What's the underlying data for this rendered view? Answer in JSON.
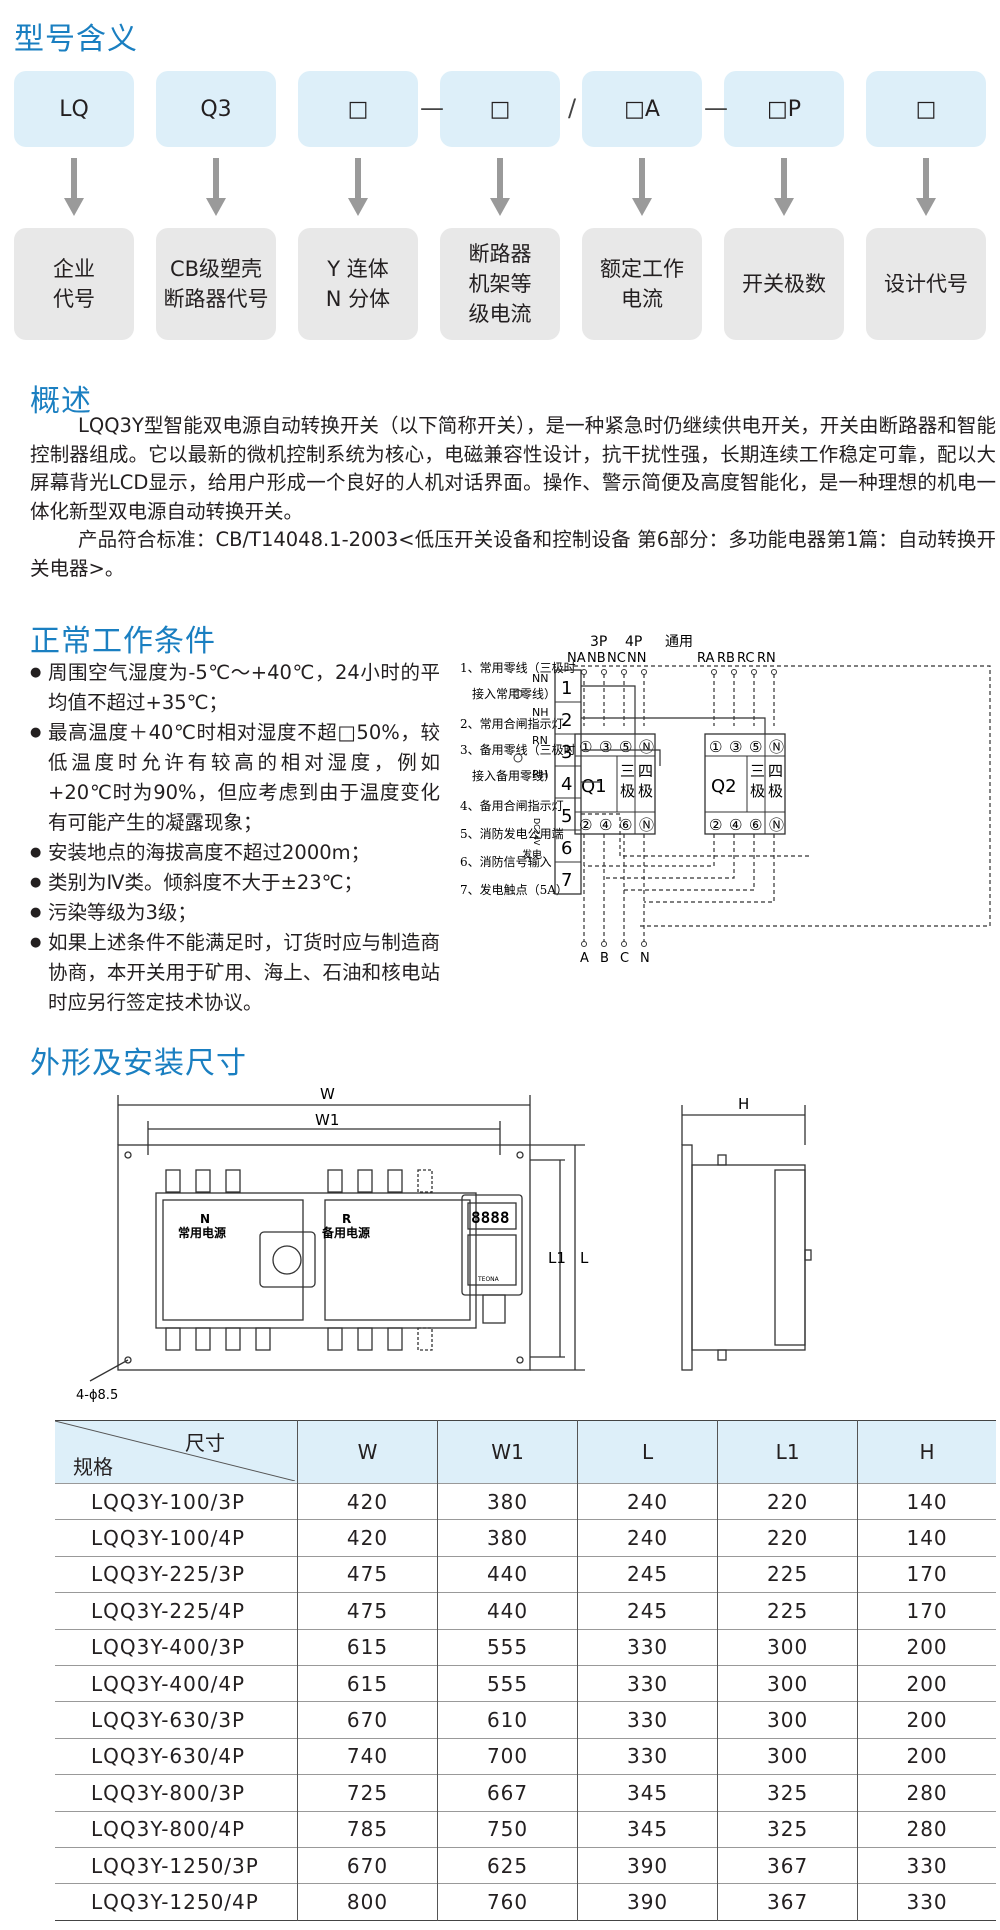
{
  "sections": {
    "model_title": "型号含义",
    "overview_title": "概述",
    "conditions_title": "正常工作条件",
    "dimensions_title": "外形及安装尺寸"
  },
  "model_codes": [
    "LQ",
    "Q3",
    "□",
    "□",
    "□A",
    "□P",
    "□"
  ],
  "model_separators": [
    "—",
    "/",
    "—"
  ],
  "model_meanings": [
    "企业\n代号",
    "CB级塑壳\n断路器代号",
    "Y 连体\nN 分体",
    "断路器\n机架等\n级电流",
    "额定工作\n电流",
    "开关极数",
    "设计代号"
  ],
  "overview": {
    "p1": "LQQ3Y型智能双电源自动转换开关（以下简称开关），是一种紧急时仍继续供电开关，开关由断路器和智能控制器组成。它以最新的微机控制系统为核心，电磁兼容性设计，抗干扰性强，长期连续工作稳定可靠，配以大屏幕背光LCD显示，给用户形成一个良好的人机对话界面。操作、警示简便及高度智能化，是一种理想的机电一体化新型双电源自动转换开关。",
    "p2": "产品符合标准：CB/T14048.1-2003<低压开关设备和控制设备 第6部分：多功能电器第1篇：自动转换开关电器>。"
  },
  "conditions": [
    "周围空气湿度为-5℃～+40℃，24小时的平均值不超过+35℃；",
    "最高温度＋40℃时相对湿度不超□50%，较低温度时允许有较高的相对湿度，例如+20℃时为90%，但应考虑到由于温度变化有可能产生的凝露现象；",
    "安装地点的海拔高度不超过2000m；",
    "类别为Ⅳ类。倾斜度不大于±23℃；",
    "污染等级为3级；",
    "如果上述条件不能满足时，订货时应与制造商协商，本开关用于矿用、海上、石油和核电站时应另行签定技术协议。"
  ],
  "wiring": {
    "header": [
      "3P",
      "4P",
      "通用"
    ],
    "legend": [
      "1、常用零线（三极时",
      "接入常用零线）",
      "2、常用合闸指示灯",
      "3、备用零线（三极时",
      "接入备用零线）",
      "4、备用合闸指示灯",
      "5、消防发电公用端",
      "6、消防信号输入",
      "7、发电触点（5A）"
    ],
    "terminals": [
      "1",
      "2",
      "3",
      "4",
      "5",
      "6",
      "7"
    ],
    "terminal_labels": [
      "NN",
      "NH",
      "RN",
      "RH"
    ],
    "dc_label": "DC24V",
    "gen_label": "发电",
    "top_left": [
      "NA",
      "NB",
      "NC",
      "NN"
    ],
    "top_right": [
      "RA",
      "RB",
      "RC",
      "RN"
    ],
    "bottom": [
      "A",
      "B",
      "C",
      "N"
    ],
    "breaker_q1": "Q1",
    "breaker_q2": "Q2",
    "poles3": "三\n极",
    "poles4": "四\n极",
    "top_contacts": [
      "①",
      "③",
      "⑤",
      "Ⓝ"
    ],
    "bottom_contacts": [
      "②",
      "④",
      "⑥",
      "Ⓝ"
    ]
  },
  "drawing": {
    "W": "W",
    "W1": "W1",
    "L": "L",
    "L1": "L1",
    "H": "H",
    "hole": "4-ϕ8.5",
    "left_label_n": "N",
    "left_label": "常用电源",
    "right_label_r": "R",
    "right_label": "备用电源",
    "display": "8888",
    "brand": "TEONA"
  },
  "table": {
    "corner_top": "尺寸",
    "corner_bottom": "规格",
    "headers": [
      "W",
      "W1",
      "L",
      "L1",
      "H"
    ],
    "rows": [
      [
        "LQQ3Y-100/3P",
        "420",
        "380",
        "240",
        "220",
        "140"
      ],
      [
        "LQQ3Y-100/4P",
        "420",
        "380",
        "240",
        "220",
        "140"
      ],
      [
        "LQQ3Y-225/3P",
        "475",
        "440",
        "245",
        "225",
        "170"
      ],
      [
        "LQQ3Y-225/4P",
        "475",
        "440",
        "245",
        "225",
        "170"
      ],
      [
        "LQQ3Y-400/3P",
        "615",
        "555",
        "330",
        "300",
        "200"
      ],
      [
        "LQQ3Y-400/4P",
        "615",
        "555",
        "330",
        "300",
        "200"
      ],
      [
        "LQQ3Y-630/3P",
        "670",
        "610",
        "330",
        "300",
        "200"
      ],
      [
        "LQQ3Y-630/4P",
        "740",
        "700",
        "330",
        "300",
        "200"
      ],
      [
        "LQQ3Y-800/3P",
        "725",
        "667",
        "345",
        "325",
        "280"
      ],
      [
        "LQQ3Y-800/4P",
        "785",
        "750",
        "345",
        "325",
        "280"
      ],
      [
        "LQQ3Y-1250/3P",
        "670",
        "625",
        "390",
        "367",
        "330"
      ],
      [
        "LQQ3Y-1250/4P",
        "800",
        "760",
        "390",
        "367",
        "330"
      ]
    ]
  }
}
